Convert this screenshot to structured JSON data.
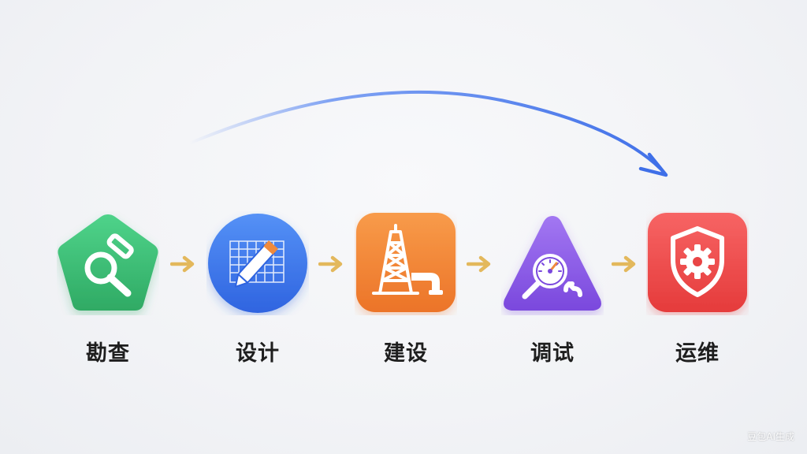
{
  "steps": [
    {
      "label": "勘查",
      "icon": "magnifier-icon",
      "shape": "pentagon",
      "color": "#3cbf78"
    },
    {
      "label": "设计",
      "icon": "blueprint-pencil-icon",
      "shape": "circle",
      "color": "#3f78ee"
    },
    {
      "label": "建设",
      "icon": "drilling-rig-icon",
      "shape": "rounded-square",
      "color": "#f4873a"
    },
    {
      "label": "调试",
      "icon": "gauge-wrench-icon",
      "shape": "triangle",
      "color": "#8e5ce8"
    },
    {
      "label": "运维",
      "icon": "shield-gear-icon",
      "shape": "rounded-square",
      "color": "#ef4e4e"
    }
  ],
  "connector_color": "#e3b85c",
  "arc_color": "#4a7cf0",
  "watermark": "豆包AI生成"
}
